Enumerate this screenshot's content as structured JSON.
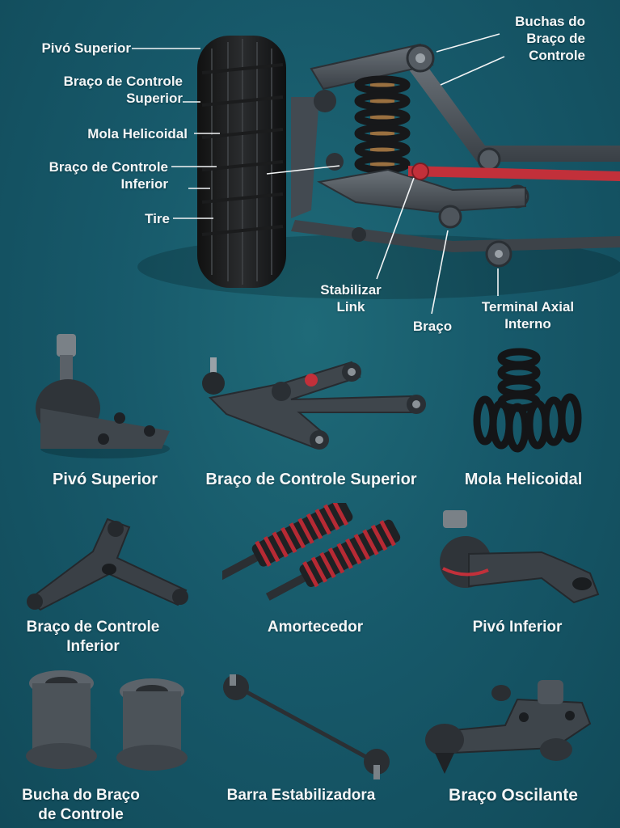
{
  "assembly_labels": {
    "left": [
      {
        "text": "Pivó Superior"
      },
      {
        "text": "Braço de Controle\nSuperior"
      },
      {
        "text": "Mola Helicoidal"
      },
      {
        "text": "Braço de Controle\nInferior"
      },
      {
        "text": "Tire"
      }
    ],
    "right_top": {
      "text": "Buchas do\nBraço de\nControle"
    },
    "bottom": [
      {
        "text": "Stabilizar\nLink"
      },
      {
        "text": "Braço"
      },
      {
        "text": "Terminal Axial\nInterno"
      }
    ]
  },
  "parts": [
    {
      "name": "Pivó Superior"
    },
    {
      "name": "Braço de Controle Superior"
    },
    {
      "name": "Mola Helicoidal"
    },
    {
      "name": "Braço de Controle\nInferior"
    },
    {
      "name": "Amortecedor"
    },
    {
      "name": "Pivó Inferior"
    },
    {
      "name": "Bucha do Braço\nde Controle"
    },
    {
      "name": "Barra Estabilizadora"
    },
    {
      "name": "Braço Oscilante"
    }
  ],
  "colors": {
    "background": "#17596a",
    "metal": "#4a5158",
    "spring": "#1b1d20",
    "accent_red": "#c2303a"
  }
}
